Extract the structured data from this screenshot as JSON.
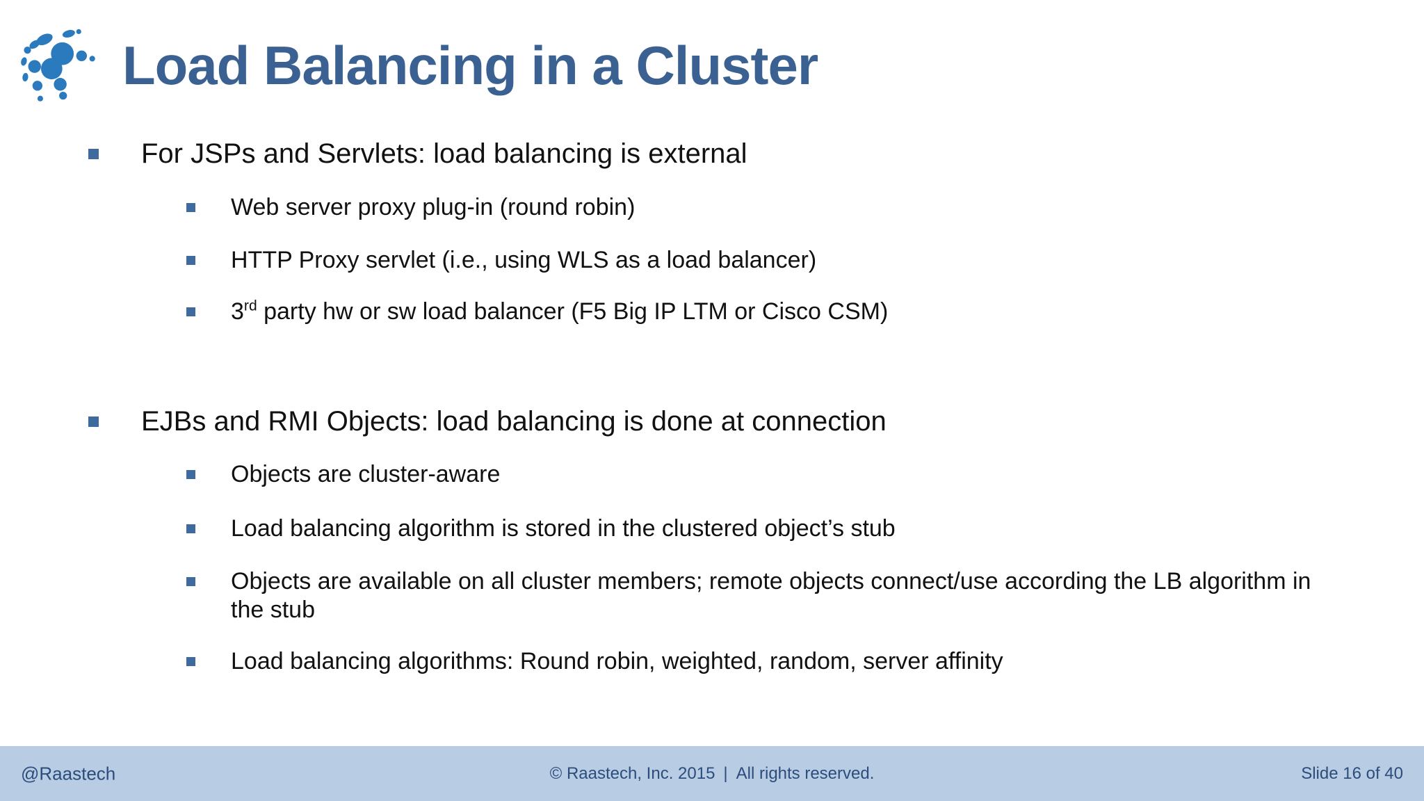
{
  "slide": {
    "title": "Load Balancing in a Cluster",
    "sections": [
      {
        "heading": "For JSPs and Servlets: load balancing is external",
        "items": [
          {
            "text": "Web server proxy plug-in (round robin)"
          },
          {
            "text": "HTTP Proxy servlet (i.e., using WLS as a load balancer)"
          },
          {
            "pre": "3",
            "sup": "rd",
            "rest": " party hw or sw load balancer (F5 Big IP LTM or Cisco CSM)"
          }
        ]
      },
      {
        "heading": "EJBs and RMI Objects: load balancing is done at connection",
        "items": [
          {
            "text": "Objects are cluster-aware"
          },
          {
            "text": "Load balancing algorithm is stored in the clustered object’s stub"
          },
          {
            "text": "Objects are available on all cluster members; remote objects connect/use according the LB algorithm in the stub"
          },
          {
            "text": "Load balancing algorithms: Round robin, weighted, random, server affinity"
          }
        ]
      }
    ],
    "footer": {
      "left": "@Raastech",
      "center": "© Raastech, Inc. 2015 | All rights reserved.",
      "right": "Slide 16 of 40"
    },
    "colors": {
      "title_blue": "#3a6191",
      "bullet_blue": "#3e6a9e",
      "logo_blue": "#2b7abe",
      "footer_bg": "#b8cce4",
      "footer_text": "#2c4d7c"
    }
  }
}
